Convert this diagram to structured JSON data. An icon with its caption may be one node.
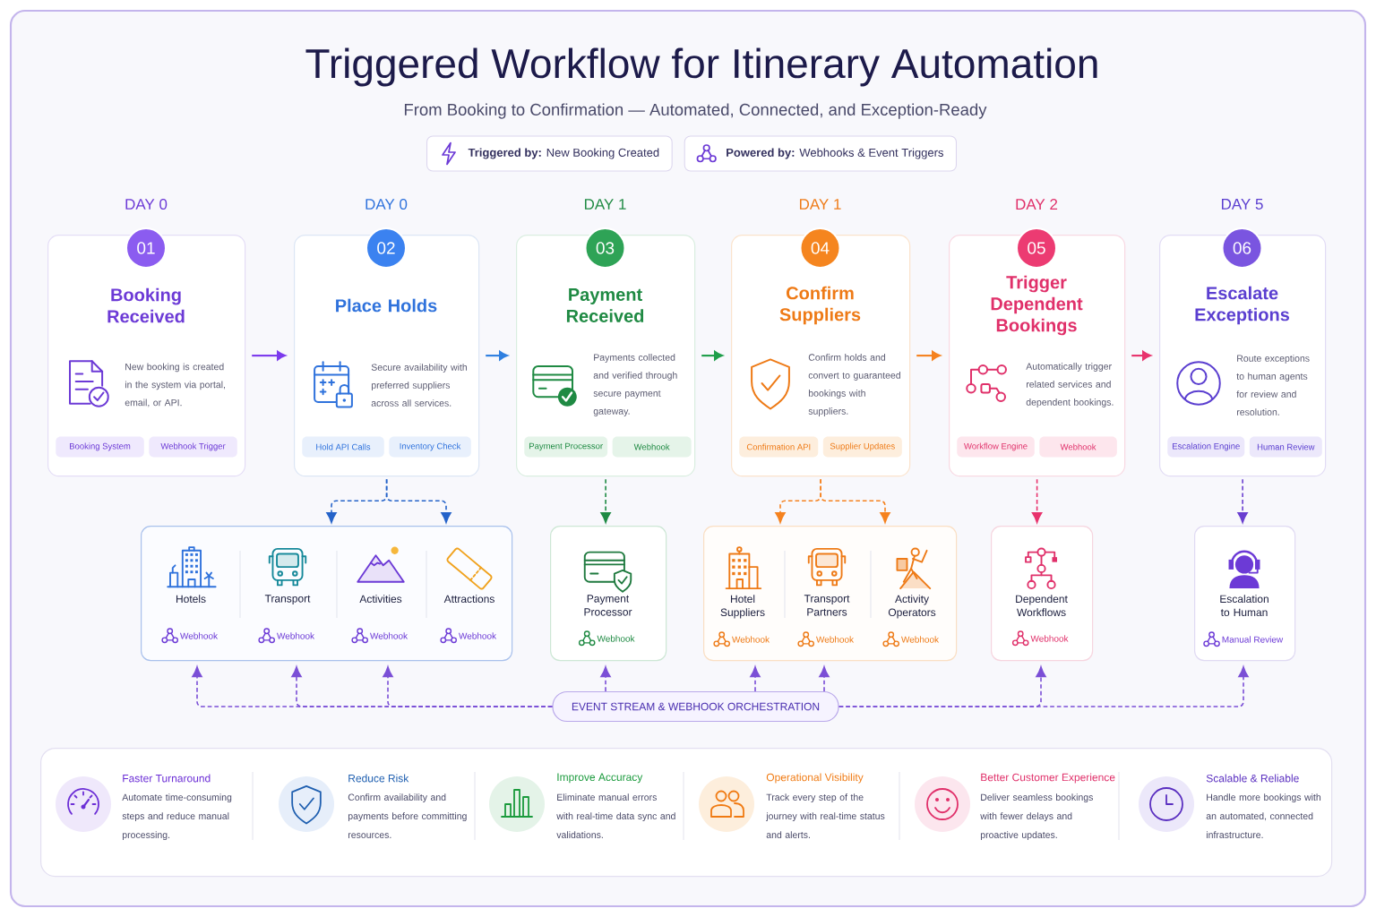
{
  "diagram": {
    "title": "Triggered Workflow for Itinerary Automation",
    "nodes": [
      {
        "text": [
          "**Triggered by:** New Booking Created"
        ]
      },
      {
        "text": [
          "**Powered by:** Webhooks & Event Triggers"
        ]
      },
      {
        "text": [
          "DAY 0",
          "01",
          "Booking Received",
          "New booking is created in the system via portal, email, or API."
        ]
      },
      {
        "text": [
          "Booking System"
        ],
        "in": 2
      },
      {
        "text": [
          "Webhook Trigger"
        ],
        "in": 2
      },
      {
        "text": [
          "DAY 0",
          "02",
          "Place Holds",
          "Secure availability with preferred suppliers across all services."
        ]
      },
      {
        "text": [
          "Hold API Calls"
        ],
        "in": 5
      },
      {
        "text": [
          "Inventory Check"
        ],
        "in": 5
      },
      {
        "text": [
          "DAY 1",
          "03",
          "Payment Received",
          "Payments collected and verified through secure payment gateway."
        ]
      },
      {
        "text": [
          "Payment Processor"
        ],
        "in": 8
      },
      {
        "text": [
          "Webhook"
        ],
        "in": 8
      },
      {
        "text": [
          "DAY 1",
          "04",
          "Confirm Suppliers",
          "Confirm holds and convert to guaranteed bookings with suppliers."
        ]
      },
      {
        "text": [
          "Confirmation API"
        ],
        "in": 11
      },
      {
        "text": [
          "Supplier Updates"
        ],
        "in": 11
      },
      {
        "text": [
          "DAY 2",
          "05",
          "Trigger Dependent Bookings",
          "Automatically trigger related services and dependent bookings."
        ]
      },
      {
        "text": [
          "Workflow Engine"
        ],
        "in": 14
      },
      {
        "text": [
          "Webhook"
        ],
        "in": 14
      },
      {
        "text": [
          "DAY 5",
          "06",
          "Escalate Exceptions",
          "Route exceptions to human agents for review and resolution."
        ]
      },
      {
        "text": [
          "Escalation Engine"
        ],
        "in": 17
      },
      {
        "text": [
          "Human Review"
        ],
        "in": 17
      },
      {
        "text": [
          "Hotels",
          "Webhook",
          "Transport",
          "Webhook",
          "Activities",
          "Webhook",
          "Attractions",
          "Webhook"
        ]
      },
      {
        "text": [
          "Payment Processor",
          "Webhook"
        ]
      },
      {
        "text": [
          "Hotel Suppliers",
          "Webhook",
          "Transport Partners",
          "Webhook",
          "Activity Operators",
          "Webhook"
        ]
      },
      {
        "text": [
          "Dependent Workflows",
          "Webhook"
        ]
      },
      {
        "text": [
          "Escalation to Human",
          "Manual Review"
        ]
      },
      {
        "text": [
          "EVENT STREAM & WEBHOOK ORCHESTRATION"
        ]
      },
      {
        "text": [
          "Faster Turnaround",
          "Automate time-consuming steps and reduce manual processing.",
          "Reduce Risk",
          "Confirm availability and payments before committing resources.",
          "Improve Accuracy",
          "Eliminate manual errors with real-time data sync and validations.",
          "Operational Visibility",
          "Track every step of the journey with real-time status and alerts.",
          "Better Customer Experience",
          "Deliver seamless bookings with fewer delays and proactive updates.",
          "Scalable & Reliable",
          "Handle more bookings with an automated, connected infrastructure."
        ]
      }
    ],
    "edges": [
      {
        "from": 2,
        "to": 5,
        "arrow": "to",
        "color": "#7c3aed"
      },
      {
        "from": 5,
        "to": 8,
        "arrow": "to",
        "color": "#2f7fe0"
      },
      {
        "from": 8,
        "to": 11,
        "arrow": "to",
        "color": "#1e9e4a"
      },
      {
        "from": 11,
        "to": 14,
        "arrow": "to",
        "color": "#f5821f"
      },
      {
        "from": 14,
        "to": 17,
        "arrow": "to",
        "color": "#e8336d"
      },
      {
        "from": 5,
        "to": 20,
        "arrow": "to",
        "style": "dashed",
        "color": "#2563c9"
      },
      {
        "from": 5,
        "to": 20,
        "arrow": "to",
        "style": "dashed",
        "color": "#2563c9"
      },
      {
        "from": 8,
        "to": 21,
        "arrow": "to",
        "style": "dashed",
        "color": "#1e8a44"
      },
      {
        "from": 11,
        "to": 22,
        "arrow": "to",
        "style": "dashed",
        "color": "#f5821f"
      },
      {
        "from": 11,
        "to": 22,
        "arrow": "to",
        "style": "dashed",
        "color": "#f5821f"
      },
      {
        "from": 14,
        "to": 23,
        "arrow": "to",
        "style": "dashed",
        "color": "#e8336d"
      },
      {
        "from": 17,
        "to": 24,
        "arrow": "to",
        "style": "dashed",
        "color": "#6a3fd0"
      },
      {
        "from": 25,
        "to": 20,
        "arrow": "to",
        "style": "dashed"
      },
      {
        "from": 25,
        "to": 20,
        "arrow": "to",
        "style": "dashed"
      },
      {
        "from": 25,
        "to": 20,
        "arrow": "to",
        "style": "dashed"
      },
      {
        "from": 25,
        "to": 21,
        "arrow": "to",
        "style": "dashed"
      },
      {
        "from": 25,
        "to": 22,
        "arrow": "to",
        "style": "dashed"
      },
      {
        "from": 25,
        "to": 22,
        "arrow": "to",
        "style": "dashed"
      },
      {
        "from": 25,
        "to": 23,
        "arrow": "to",
        "style": "dashed"
      },
      {
        "from": 25,
        "to": 24,
        "arrow": "to",
        "style": "dashed"
      }
    ],
    "labels": [
      "From Booking to Confirmation — Automated, Connected, and Exception-Ready"
    ]
  }
}
